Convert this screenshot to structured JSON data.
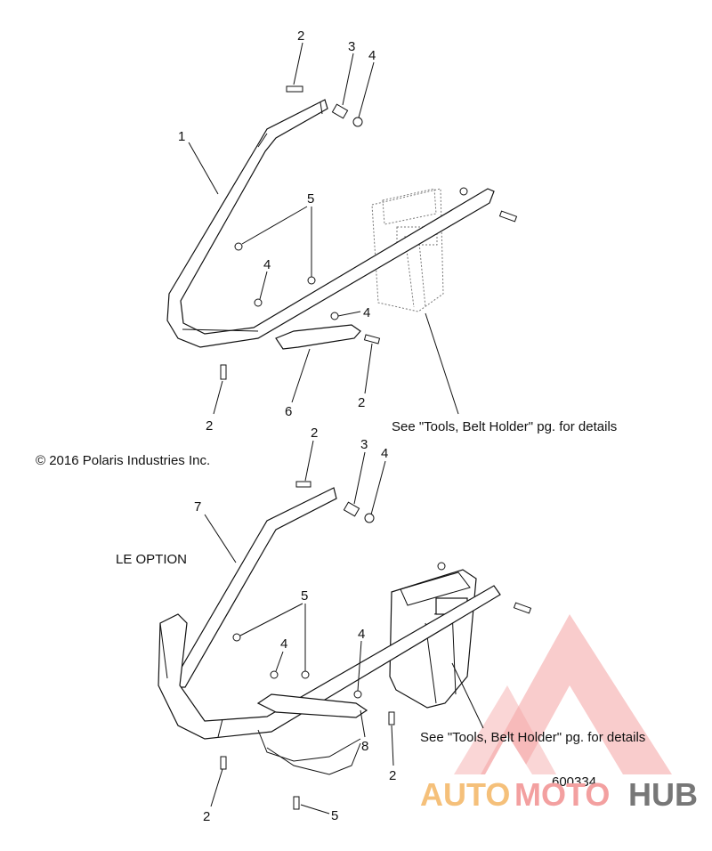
{
  "copyright": "© 2016 Polaris Industries Inc.",
  "option_label": "LE OPTION",
  "note_upper": "See \"Tools, Belt Holder\" pg. for details",
  "note_lower": "See \"Tools, Belt Holder\" pg. for details",
  "drawing_number": "600334",
  "watermark": {
    "part1": "AUTO",
    "part2": "MOTO",
    "part3": "HUB"
  },
  "callouts": {
    "upper": [
      "2",
      "3",
      "4",
      "1",
      "5",
      "4",
      "4",
      "2",
      "6",
      "2"
    ],
    "lower": [
      "2",
      "3",
      "4",
      "7",
      "5",
      "4",
      "4",
      "8",
      "2",
      "2",
      "5"
    ]
  },
  "colors": {
    "line": "#111111",
    "wm_red": "#f08080",
    "wm_orange": "#f5b060",
    "wm_gray": "#777777"
  }
}
